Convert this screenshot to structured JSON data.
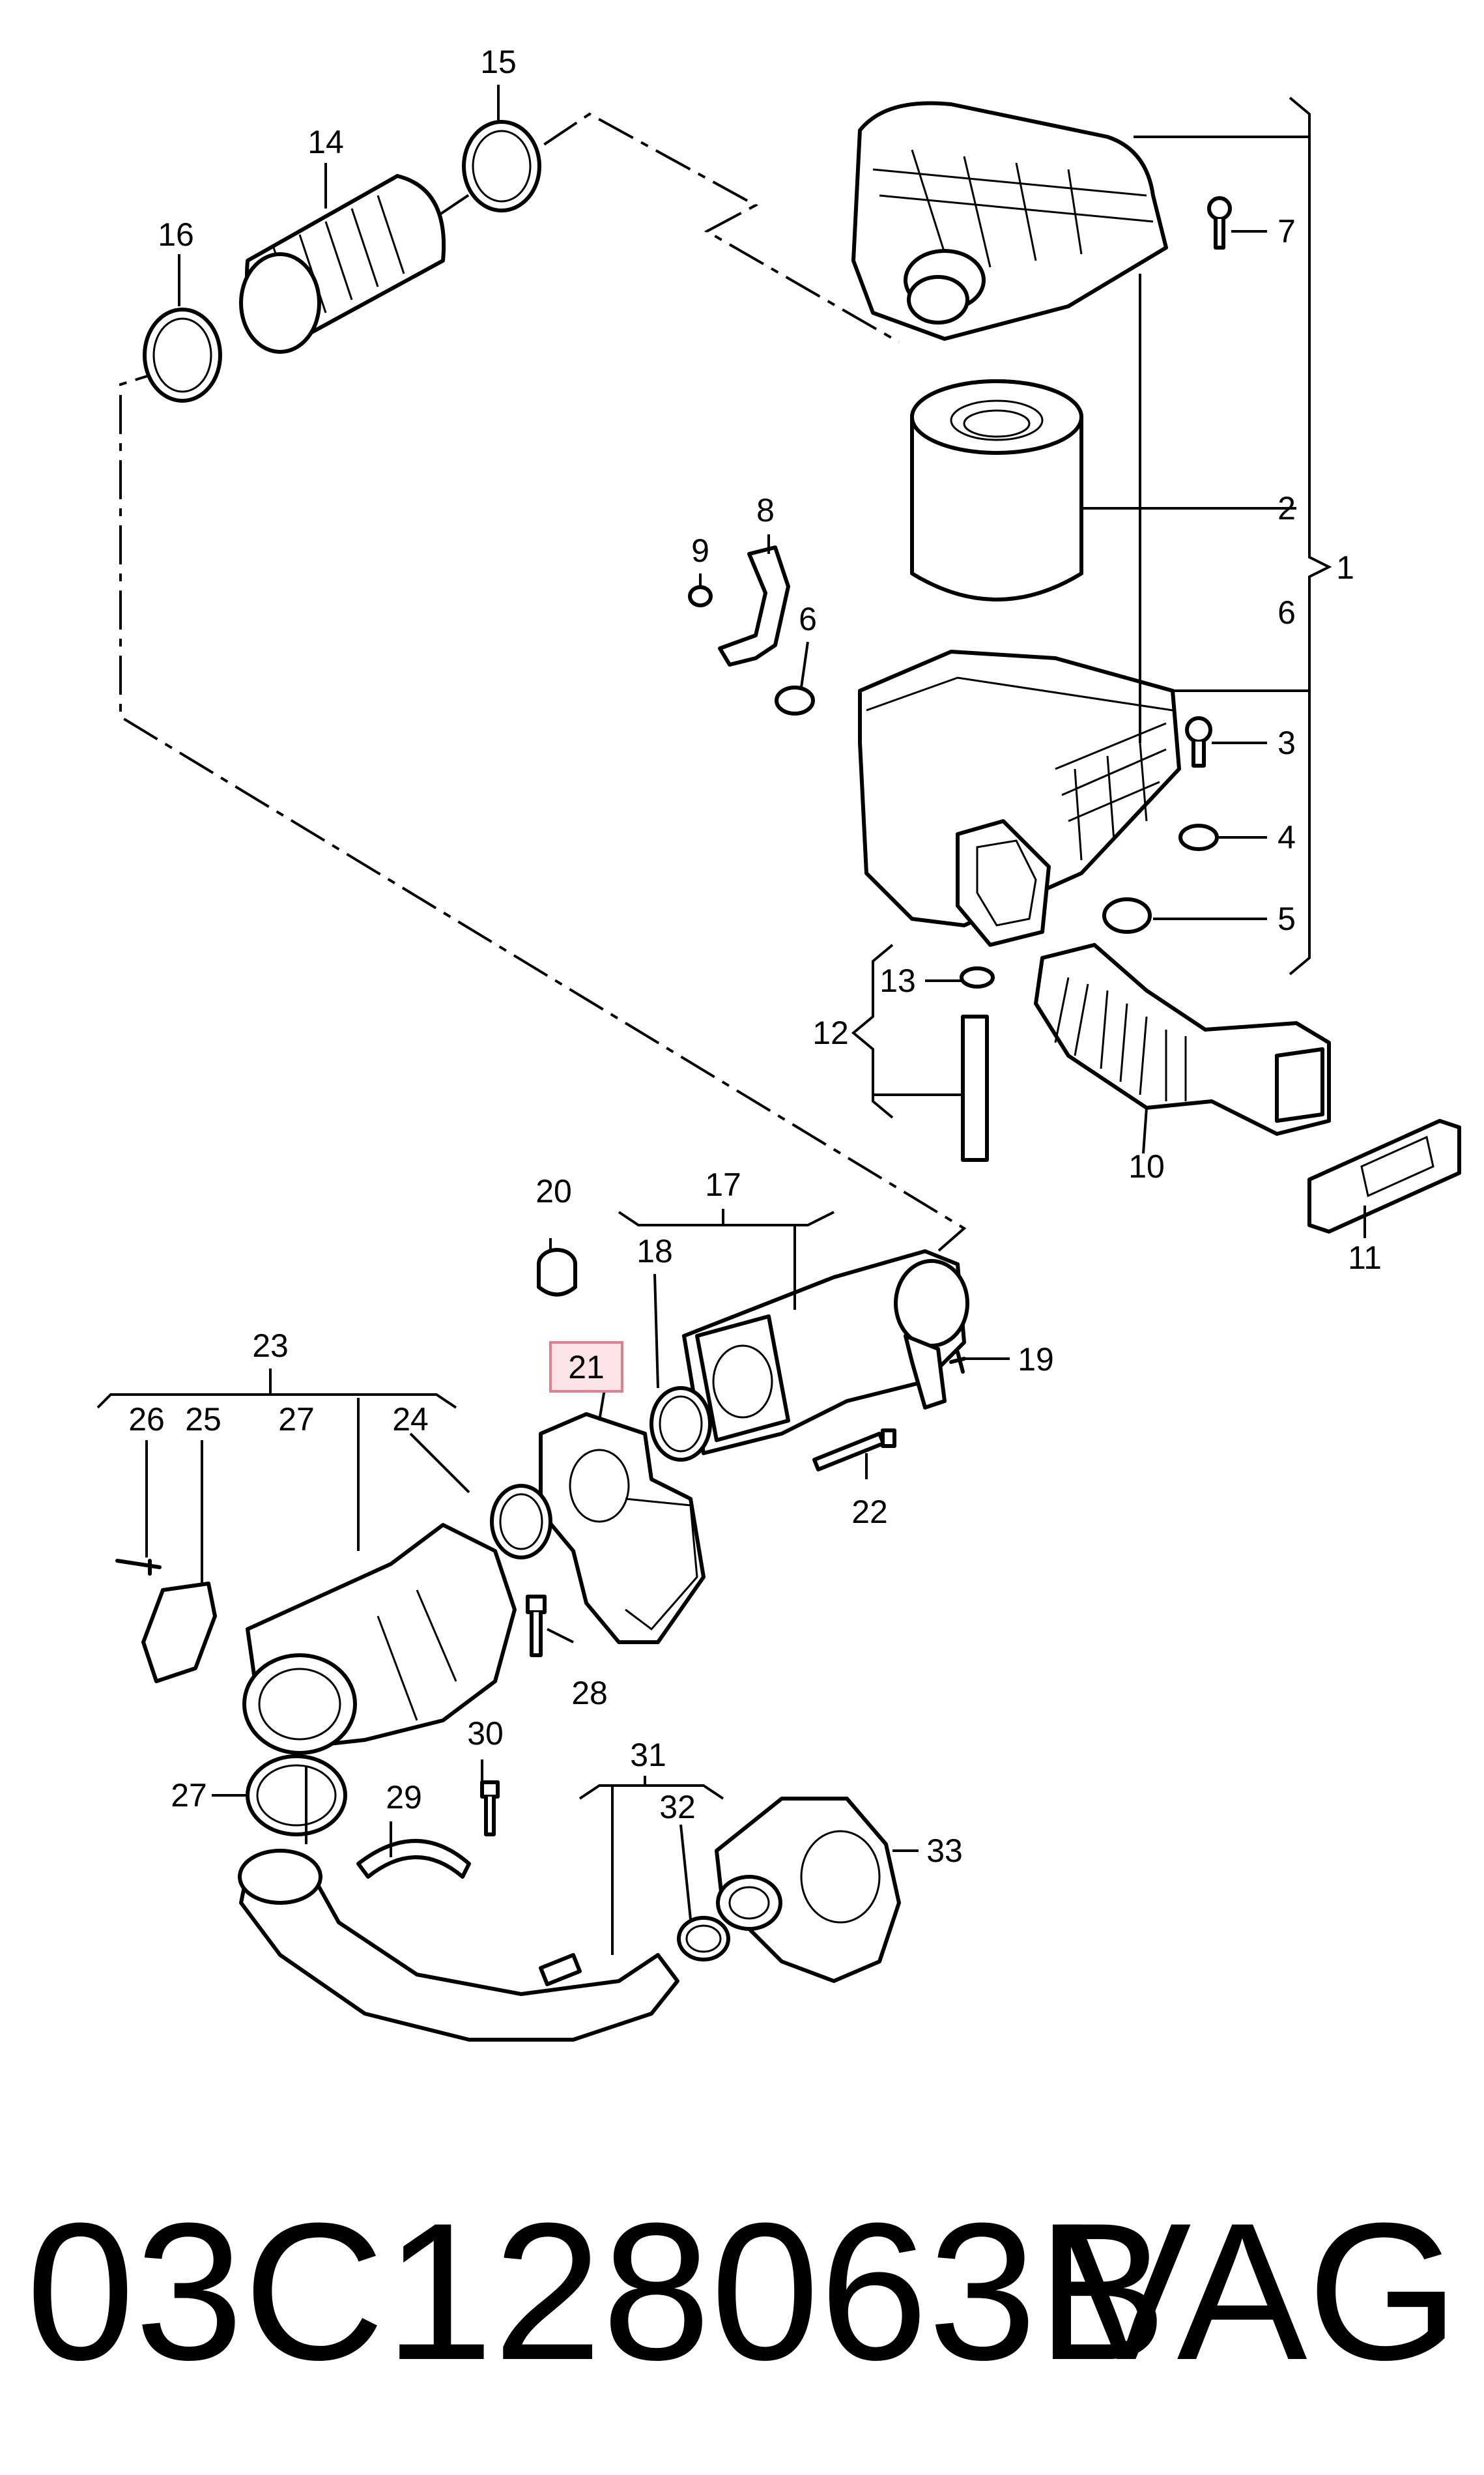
{
  "callouts": [
    {
      "id": "c1",
      "text": "1"
    },
    {
      "id": "c2",
      "text": "2"
    },
    {
      "id": "c3",
      "text": "3"
    },
    {
      "id": "c4",
      "text": "4"
    },
    {
      "id": "c5",
      "text": "5"
    },
    {
      "id": "c6a",
      "text": "6"
    },
    {
      "id": "c6b",
      "text": "6"
    },
    {
      "id": "c7",
      "text": "7"
    },
    {
      "id": "c8",
      "text": "8"
    },
    {
      "id": "c9",
      "text": "9"
    },
    {
      "id": "c10",
      "text": "10"
    },
    {
      "id": "c11",
      "text": "11"
    },
    {
      "id": "c12",
      "text": "12"
    },
    {
      "id": "c13",
      "text": "13"
    },
    {
      "id": "c14",
      "text": "14"
    },
    {
      "id": "c15",
      "text": "15"
    },
    {
      "id": "c16",
      "text": "16"
    },
    {
      "id": "c17",
      "text": "17"
    },
    {
      "id": "c18",
      "text": "18"
    },
    {
      "id": "c19",
      "text": "19"
    },
    {
      "id": "c20",
      "text": "20"
    },
    {
      "id": "c21",
      "text": "21"
    },
    {
      "id": "c22",
      "text": "22"
    },
    {
      "id": "c23",
      "text": "23"
    },
    {
      "id": "c24",
      "text": "24"
    },
    {
      "id": "c25",
      "text": "25"
    },
    {
      "id": "c26",
      "text": "26"
    },
    {
      "id": "c27a",
      "text": "27"
    },
    {
      "id": "c27b",
      "text": "27"
    },
    {
      "id": "c28",
      "text": "28"
    },
    {
      "id": "c29",
      "text": "29"
    },
    {
      "id": "c30",
      "text": "30"
    },
    {
      "id": "c31",
      "text": "31"
    },
    {
      "id": "c32",
      "text": "32"
    },
    {
      "id": "c33",
      "text": "33"
    }
  ],
  "highlight": {
    "callout": "21",
    "color": "#e0808a",
    "fill": "#fbe3e6"
  },
  "part_number": "03C128063B",
  "brand": "VAG"
}
